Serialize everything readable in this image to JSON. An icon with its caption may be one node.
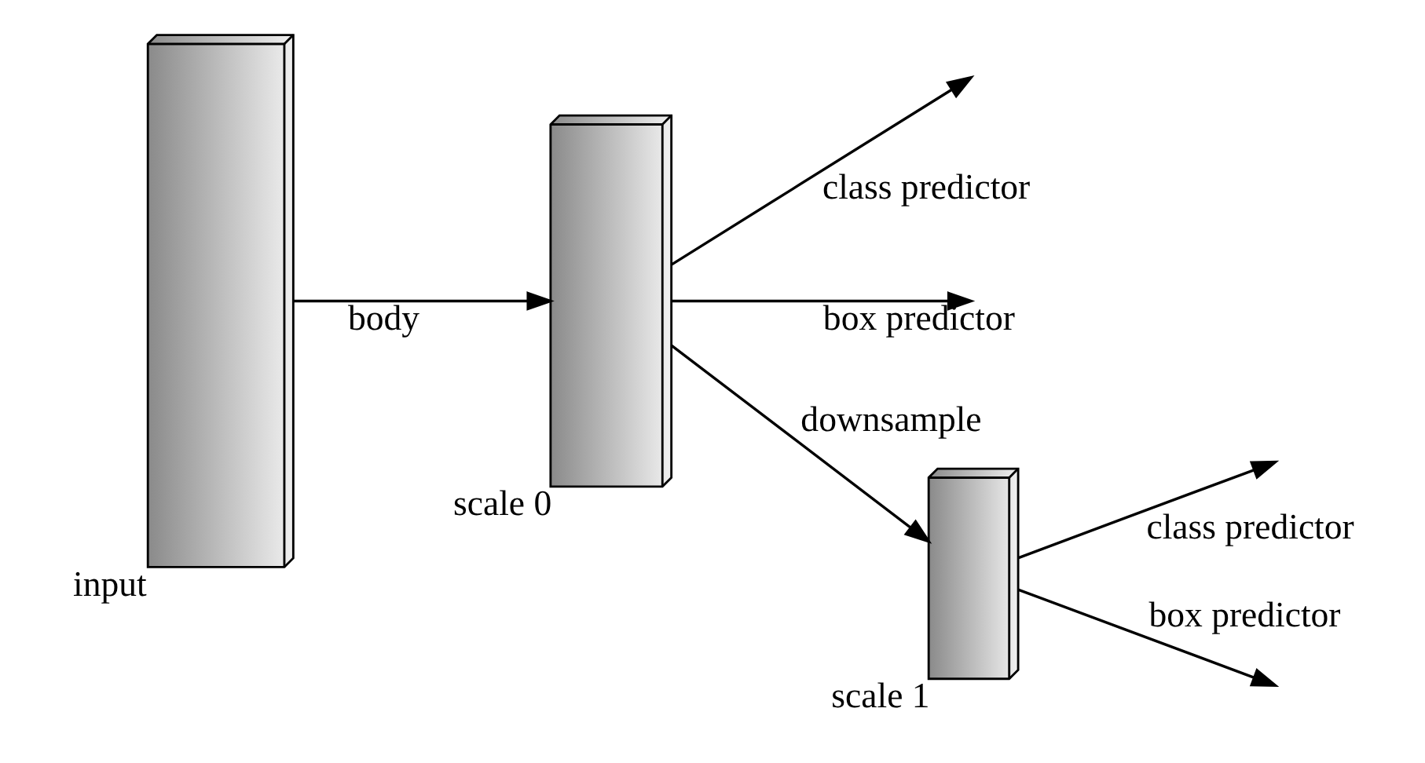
{
  "diagram": {
    "nodes": [
      {
        "text": [],
        "shape": "box",
        "beside": [
          "input"
        ]
      },
      {
        "text": [],
        "shape": "box",
        "beside": [
          "scale 0"
        ]
      },
      {
        "text": [],
        "shape": "box",
        "beside": [
          "scale 1"
        ]
      }
    ],
    "edges": [
      {
        "from": 0,
        "to": 1,
        "arrow": "to",
        "label": "body"
      },
      {
        "from": 1,
        "to": null,
        "arrow": "to",
        "label": "class predictor"
      },
      {
        "from": 1,
        "to": null,
        "arrow": "to",
        "label": "box predictor"
      },
      {
        "from": 1,
        "to": 2,
        "arrow": "to",
        "label": "downsample"
      },
      {
        "from": 2,
        "to": null,
        "arrow": "to",
        "label": "class predictor"
      },
      {
        "from": 2,
        "to": null,
        "arrow": "to",
        "label": "box predictor"
      }
    ]
  }
}
